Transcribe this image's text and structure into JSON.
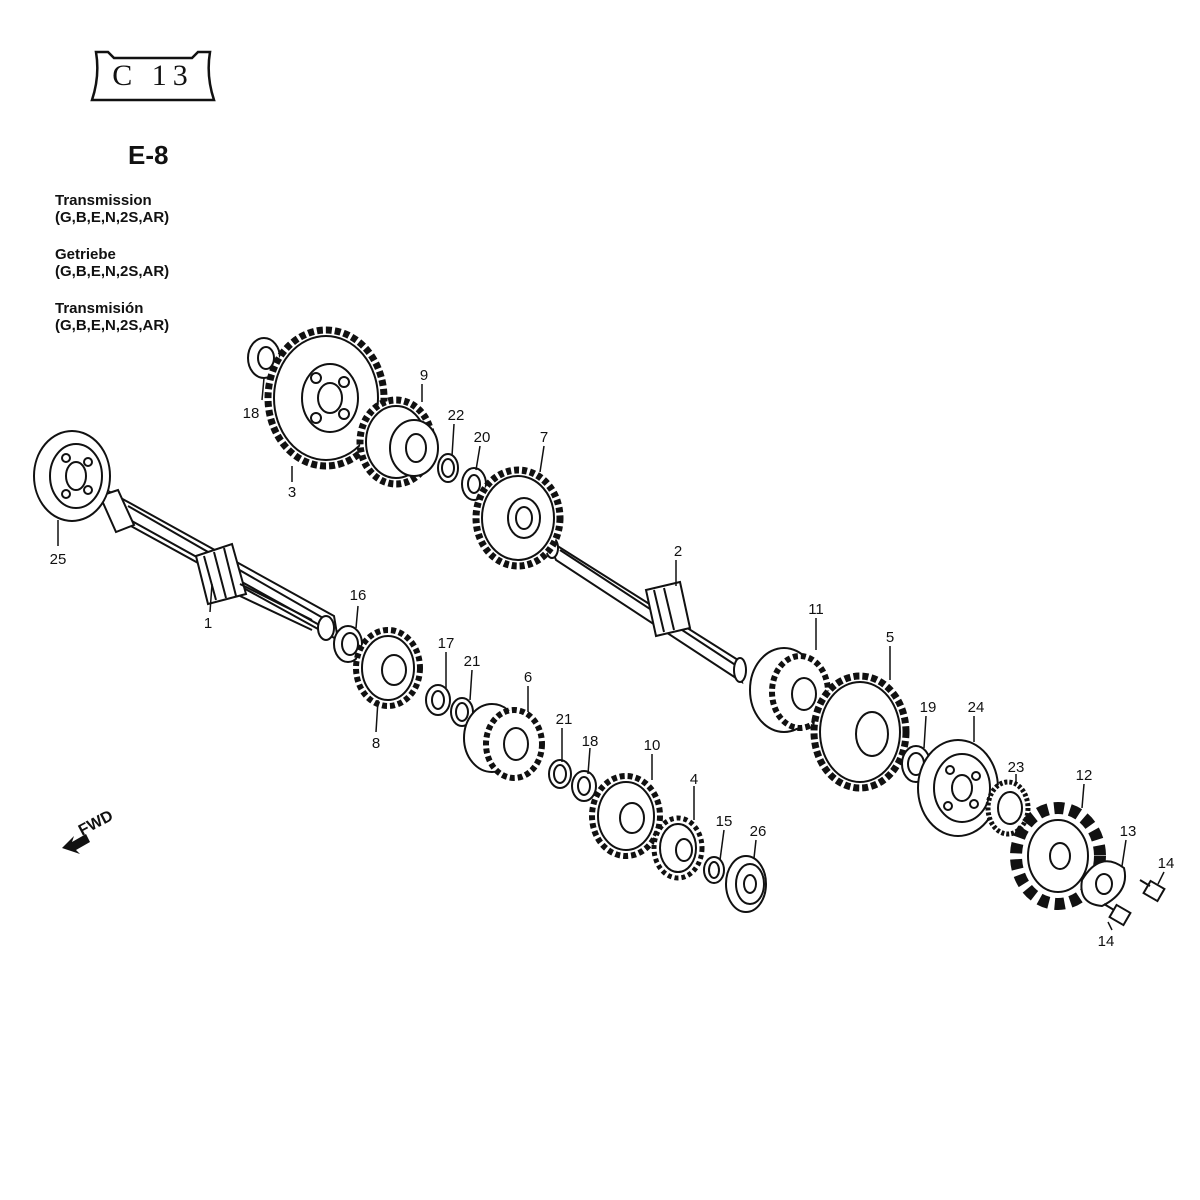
{
  "badge": {
    "text": "C 13"
  },
  "section": {
    "code": "E-8"
  },
  "titles": [
    {
      "title": "Transmission",
      "variants": "(G,B,E,N,2S,AR)"
    },
    {
      "title": "Getriebe",
      "variants": "(G,B,E,N,2S,AR)"
    },
    {
      "title": "Transmisión",
      "variants": "(G,B,E,N,2S,AR)"
    }
  ],
  "direction": {
    "label": "FWD"
  },
  "parts": [
    {
      "key": "p1",
      "number": "1"
    },
    {
      "key": "p2",
      "number": "2"
    },
    {
      "key": "p3",
      "number": "3"
    },
    {
      "key": "p4",
      "number": "4"
    },
    {
      "key": "p5",
      "number": "5"
    },
    {
      "key": "p6",
      "number": "6"
    },
    {
      "key": "p7",
      "number": "7"
    },
    {
      "key": "p8",
      "number": "8"
    },
    {
      "key": "p9",
      "number": "9"
    },
    {
      "key": "p10",
      "number": "10"
    },
    {
      "key": "p11",
      "number": "11"
    },
    {
      "key": "p12",
      "number": "12"
    },
    {
      "key": "p13",
      "number": "13"
    },
    {
      "key": "p14a",
      "number": "14"
    },
    {
      "key": "p14b",
      "number": "14"
    },
    {
      "key": "p15",
      "number": "15"
    },
    {
      "key": "p16",
      "number": "16"
    },
    {
      "key": "p17",
      "number": "17"
    },
    {
      "key": "p18a",
      "number": "18"
    },
    {
      "key": "p18b",
      "number": "18"
    },
    {
      "key": "p19",
      "number": "19"
    },
    {
      "key": "p20",
      "number": "20"
    },
    {
      "key": "p21a",
      "number": "21"
    },
    {
      "key": "p21b",
      "number": "21"
    },
    {
      "key": "p22",
      "number": "22"
    },
    {
      "key": "p23",
      "number": "23"
    },
    {
      "key": "p24",
      "number": "24"
    },
    {
      "key": "p25",
      "number": "25"
    },
    {
      "key": "p26",
      "number": "26"
    }
  ]
}
